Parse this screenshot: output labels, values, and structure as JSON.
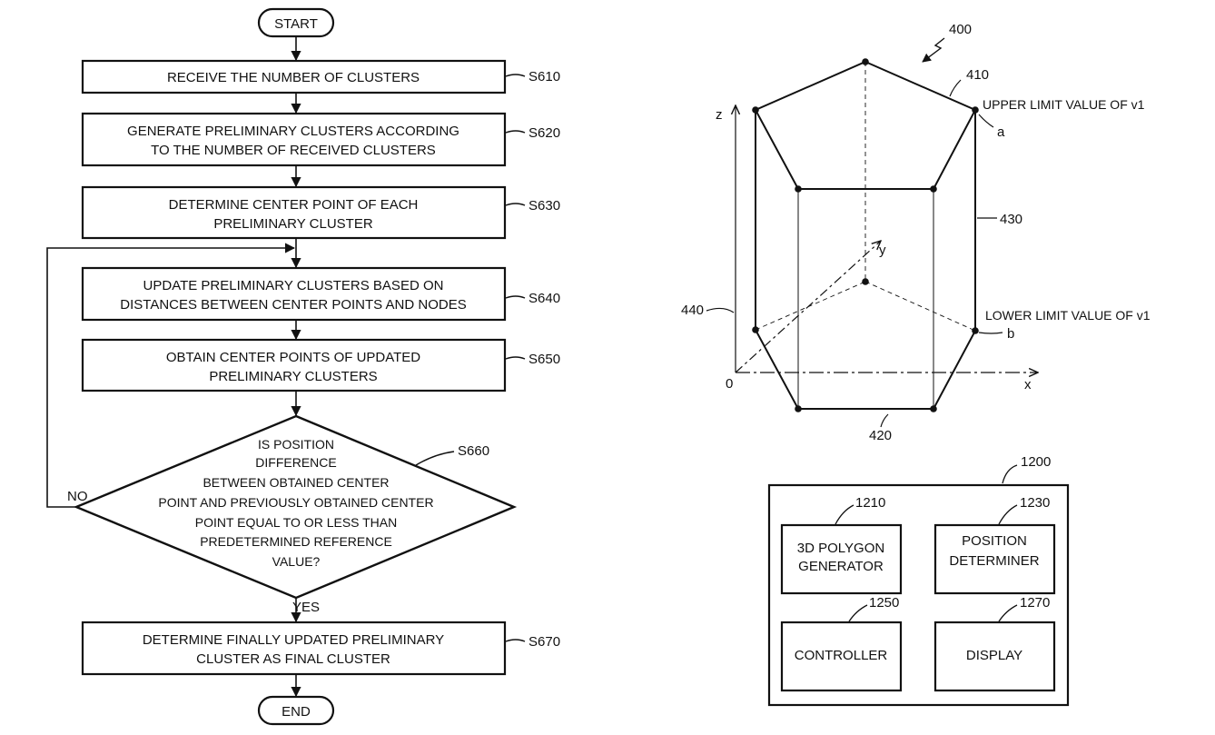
{
  "flowchart": {
    "start": "START",
    "end": "END",
    "steps": [
      {
        "ref": "S610",
        "lines": [
          "RECEIVE THE NUMBER OF CLUSTERS"
        ]
      },
      {
        "ref": "S620",
        "lines": [
          "GENERATE PRELIMINARY CLUSTERS ACCORDING",
          "TO THE NUMBER OF RECEIVED CLUSTERS"
        ]
      },
      {
        "ref": "S630",
        "lines": [
          "DETERMINE CENTER POINT OF EACH",
          "PRELIMINARY CLUSTER"
        ]
      },
      {
        "ref": "S640",
        "lines": [
          "UPDATE PRELIMINARY CLUSTERS BASED ON",
          "DISTANCES BETWEEN CENTER POINTS AND NODES"
        ]
      },
      {
        "ref": "S650",
        "lines": [
          "OBTAIN CENTER POINTS OF UPDATED",
          "PRELIMINARY CLUSTERS"
        ]
      }
    ],
    "decision": {
      "ref": "S660",
      "lines": [
        "IS POSITION",
        "DIFFERENCE",
        "BETWEEN OBTAINED CENTER",
        "POINT AND PREVIOUSLY OBTAINED CENTER",
        "POINT EQUAL TO OR LESS THAN",
        "PREDETERMINED REFERENCE",
        "VALUE?"
      ],
      "no_label": "NO",
      "yes_label": "YES"
    },
    "final_step": {
      "ref": "S670",
      "lines": [
        "DETERMINE FINALLY UPDATED PRELIMINARY",
        "CLUSTER AS FINAL CLUSTER"
      ]
    }
  },
  "polygon_figure": {
    "ref": "400",
    "top_face_ref": "410",
    "bottom_face_ref": "420",
    "side_ref": "430",
    "inner_ref": "440",
    "upper_limit_label": "UPPER LIMIT VALUE OF v1",
    "lower_limit_label": "LOWER LIMIT VALUE OF v1",
    "point_a": "a",
    "point_b": "b",
    "axis_x": "x",
    "axis_y": "y",
    "axis_z": "z",
    "origin": "0"
  },
  "apparatus": {
    "ref": "1200",
    "modules": [
      {
        "ref": "1210",
        "lines": [
          "3D POLYGON",
          "GENERATOR"
        ]
      },
      {
        "ref": "1230",
        "lines": [
          "POSITION",
          "DETERMINER"
        ]
      },
      {
        "ref": "1250",
        "lines": [
          "CONTROLLER"
        ]
      },
      {
        "ref": "1270",
        "lines": [
          "DISPLAY"
        ]
      }
    ]
  }
}
